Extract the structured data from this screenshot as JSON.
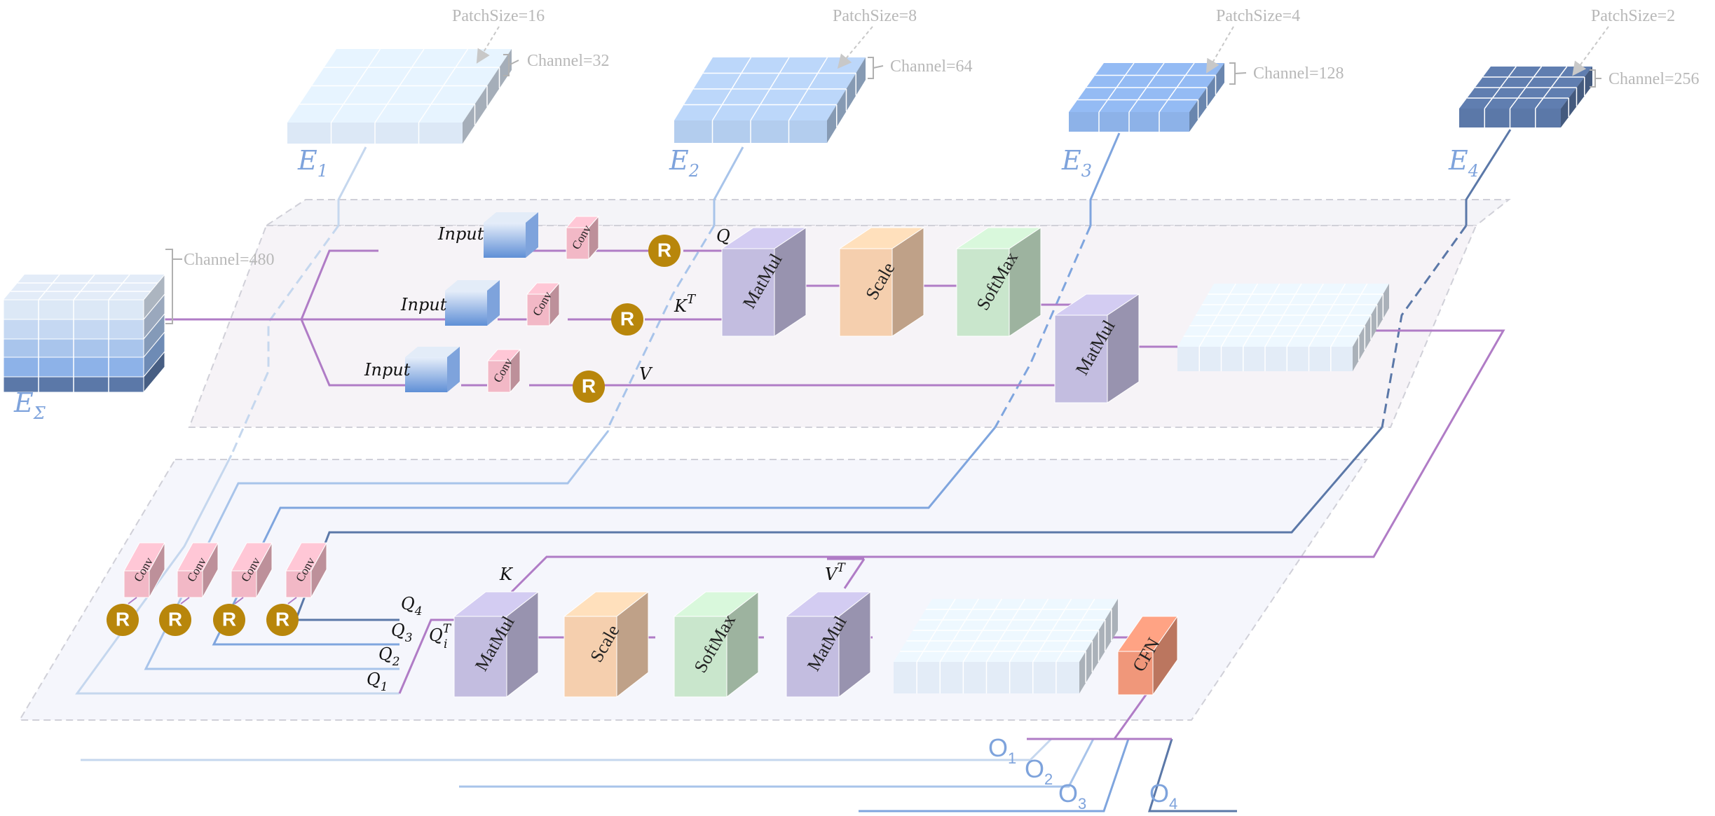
{
  "stages": [
    {
      "embed": "E",
      "sub": "1",
      "patch": "PatchSize=16",
      "channel": "Channel=32",
      "color": "#dce8f6"
    },
    {
      "embed": "E",
      "sub": "2",
      "patch": "PatchSize=8",
      "channel": "Channel=64",
      "color": "#b3cdee"
    },
    {
      "embed": "E",
      "sub": "3",
      "patch": "PatchSize=4",
      "channel": "Channel=128",
      "color": "#8db2e8"
    },
    {
      "embed": "E",
      "sub": "4",
      "patch": "PatchSize=2",
      "channel": "Channel=256",
      "color": "#5b78a8"
    }
  ],
  "concat": {
    "embed": "E",
    "sub": "Σ",
    "channel": "Channel=480"
  },
  "upper": {
    "inputs": [
      "Input",
      "Input",
      "Input"
    ],
    "conv": "Conv",
    "reshape": "R",
    "q": "Q",
    "kt": {
      "base": "K",
      "sup": "T"
    },
    "v": "V",
    "matmul": "MatMul",
    "scale": "Scale",
    "softmax": "SoftMax"
  },
  "lower": {
    "conv": "Conv",
    "reshape": "R",
    "q_labels": [
      {
        "base": "Q",
        "sub": "4"
      },
      {
        "base": "Q",
        "sub": "3"
      },
      {
        "base": "Q",
        "sub": "2"
      },
      {
        "base": "Q",
        "sub": "1"
      }
    ],
    "qit": {
      "base": "Q",
      "sub": "i",
      "sup": "T"
    },
    "k": "K",
    "vt": {
      "base": "V",
      "sup": "T"
    },
    "matmul": "MatMul",
    "scale": "Scale",
    "softmax": "SoftMax",
    "cfn": "CFN"
  },
  "outputs": [
    {
      "base": "O",
      "sub": "1"
    },
    {
      "base": "O",
      "sub": "2"
    },
    {
      "base": "O",
      "sub": "3"
    },
    {
      "base": "O",
      "sub": "4"
    }
  ],
  "colors": {
    "purple_line": "#b07cc6",
    "conv": "#f2b8c6",
    "reshape": "#b8860b",
    "matmul": "#c3bde0",
    "scale": "#f5cfae",
    "softmax": "#c9e6cc",
    "cfn": "#f0977a"
  }
}
